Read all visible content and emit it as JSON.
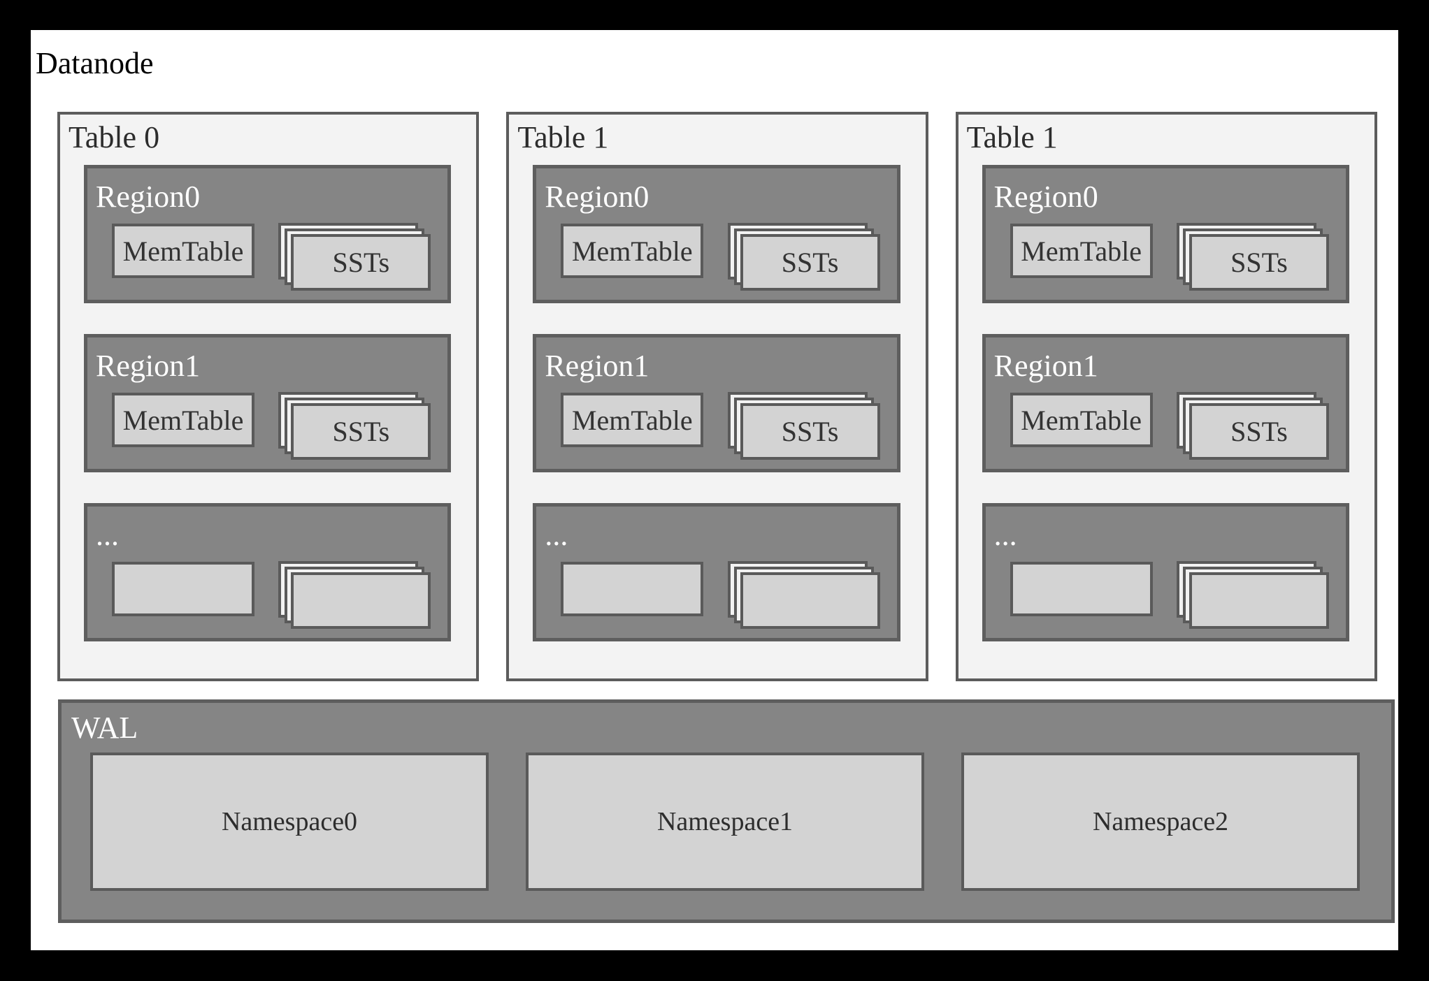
{
  "title": "Datanode",
  "tables": [
    {
      "label": "Table 0",
      "regions": [
        {
          "label": "Region0",
          "memtable": "MemTable",
          "ssts": "SSTs"
        },
        {
          "label": "Region1",
          "memtable": "MemTable",
          "ssts": "SSTs"
        },
        {
          "label": "...",
          "memtable": "",
          "ssts": ""
        }
      ]
    },
    {
      "label": "Table 1",
      "regions": [
        {
          "label": "Region0",
          "memtable": "MemTable",
          "ssts": "SSTs"
        },
        {
          "label": "Region1",
          "memtable": "MemTable",
          "ssts": "SSTs"
        },
        {
          "label": "...",
          "memtable": "",
          "ssts": ""
        }
      ]
    },
    {
      "label": "Table 1",
      "regions": [
        {
          "label": "Region0",
          "memtable": "MemTable",
          "ssts": "SSTs"
        },
        {
          "label": "Region1",
          "memtable": "MemTable",
          "ssts": "SSTs"
        },
        {
          "label": "...",
          "memtable": "",
          "ssts": ""
        }
      ]
    }
  ],
  "wal": {
    "label": "WAL",
    "namespaces": [
      "Namespace0",
      "Namespace1",
      "Namespace2"
    ]
  },
  "colors": {
    "frame": "#000000",
    "panel_background": "#ffffff",
    "table_fill": "#f3f3f3",
    "table_border": "#5c5c5c",
    "region_fill": "#858585",
    "region_border": "#5e5e5e",
    "inner_box_fill": "#d3d3d3",
    "inner_box_border": "#5a5a5a",
    "stack_back_fill": "#f2f2f2",
    "label_on_dark": "#ffffff",
    "label_on_light": "#2c2c2c"
  }
}
